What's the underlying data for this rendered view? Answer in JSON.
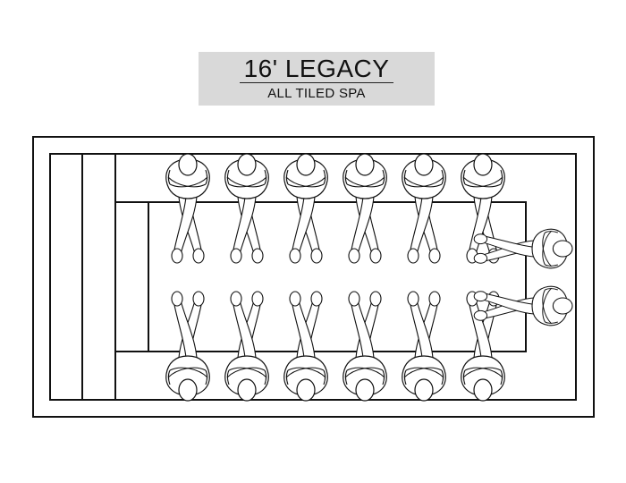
{
  "title": "16' LEGACY",
  "subtitle": "ALL TILED SPA",
  "colors": {
    "title_bg": "#d9d9d9",
    "line": "#111111"
  },
  "seating": {
    "top_row_count": 6,
    "bottom_row_count": 6,
    "end_count": 2
  }
}
